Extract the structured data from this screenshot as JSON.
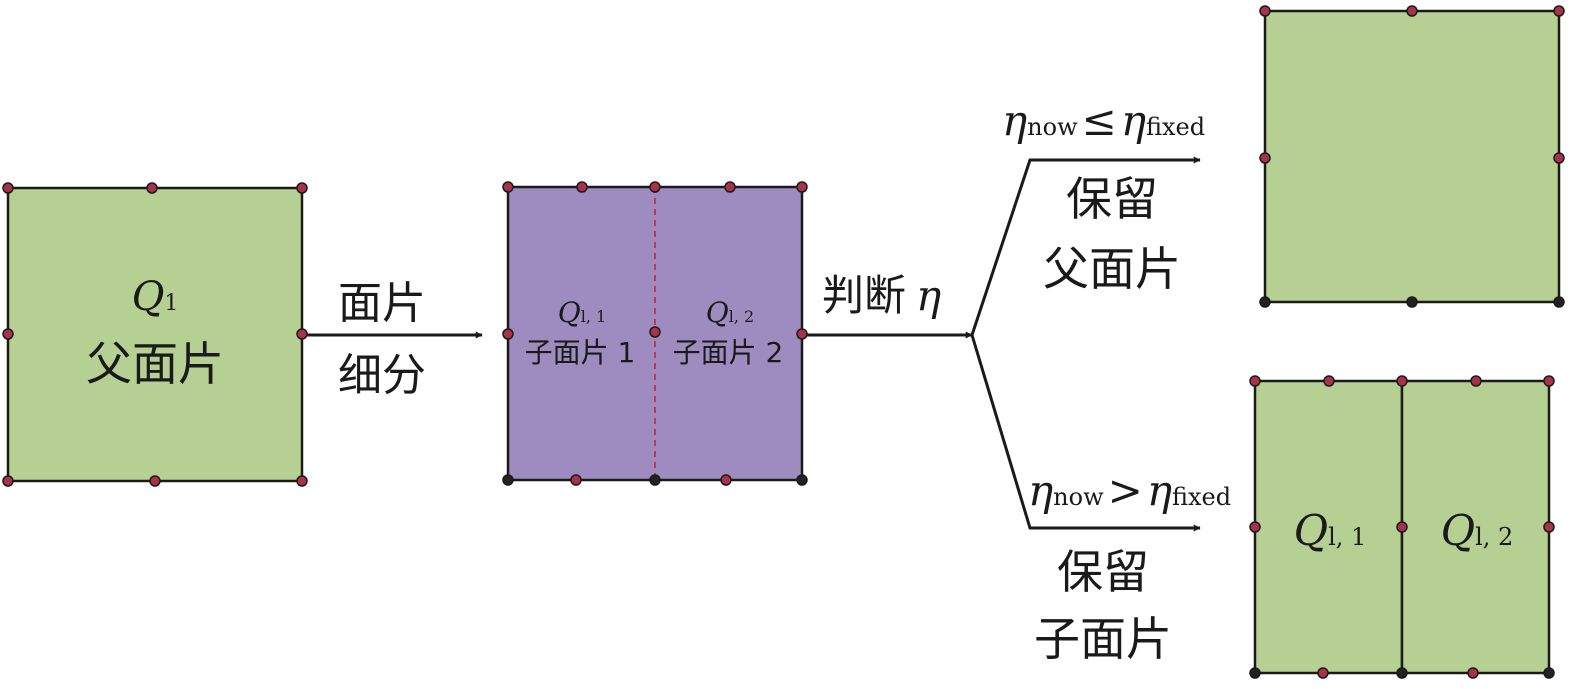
{
  "colors": {
    "green_fill": "#b5d092",
    "purple_fill": "#9e8bbf",
    "stroke": "#1a1a1a",
    "node_red": "#a8324a",
    "node_dark": "#222222",
    "dash": "#c23a4a"
  },
  "parent": {
    "symbol": "Q",
    "sub": "1",
    "label": "父面片"
  },
  "step1": {
    "line1": "面片",
    "line2": "细分"
  },
  "children": {
    "c1_symbol": "Q",
    "c1_sub": "l, 1",
    "c1_label": "子面片 1",
    "c2_symbol": "Q",
    "c2_sub": "l, 2",
    "c2_label": "子面片 2"
  },
  "judge": {
    "text": "判断",
    "symbol": "η"
  },
  "upper": {
    "eta": "η",
    "sub_now": "now",
    "op": "≤",
    "sub_fixed": "fixed",
    "line1": "保留",
    "line2": "父面片"
  },
  "lower": {
    "eta": "η",
    "sub_now": "now",
    "op": ">",
    "sub_fixed": "fixed",
    "line1": "保留",
    "line2": "子面片"
  },
  "result_children": {
    "c1_symbol": "Q",
    "c1_sub": "l, 1",
    "c2_symbol": "Q",
    "c2_sub": "l, 2"
  }
}
